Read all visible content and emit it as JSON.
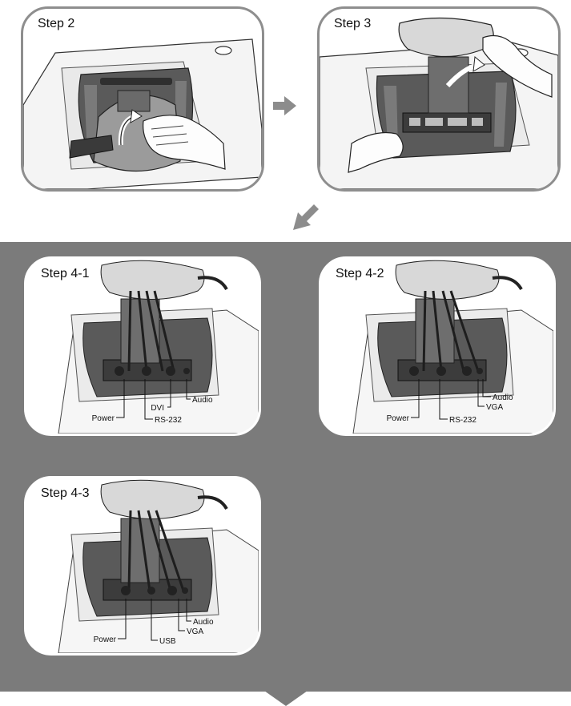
{
  "steps": {
    "step2": {
      "label": "Step 2"
    },
    "step3": {
      "label": "Step 3"
    },
    "step4_1": {
      "label": "Step 4-1",
      "callouts": [
        "Power",
        "RS-232",
        "DVI",
        "Audio"
      ]
    },
    "step4_2": {
      "label": "Step 4-2",
      "callouts": [
        "Power",
        "RS-232",
        "VGA",
        "Audio"
      ]
    },
    "step4_3": {
      "label": "Step 4-3",
      "callouts": [
        "Power",
        "USB",
        "VGA",
        "Audio"
      ]
    }
  },
  "colors": {
    "panel_border": "#8e8e8e",
    "gray_background": "#7b7b7b",
    "arrow": "#8c8c8c",
    "monitor_dark": "#4a4a4a",
    "monitor_mid": "#9a9a9a"
  },
  "icons": [
    "right-arrow-icon",
    "down-left-arrow-icon",
    "down-triangle-icon"
  ]
}
